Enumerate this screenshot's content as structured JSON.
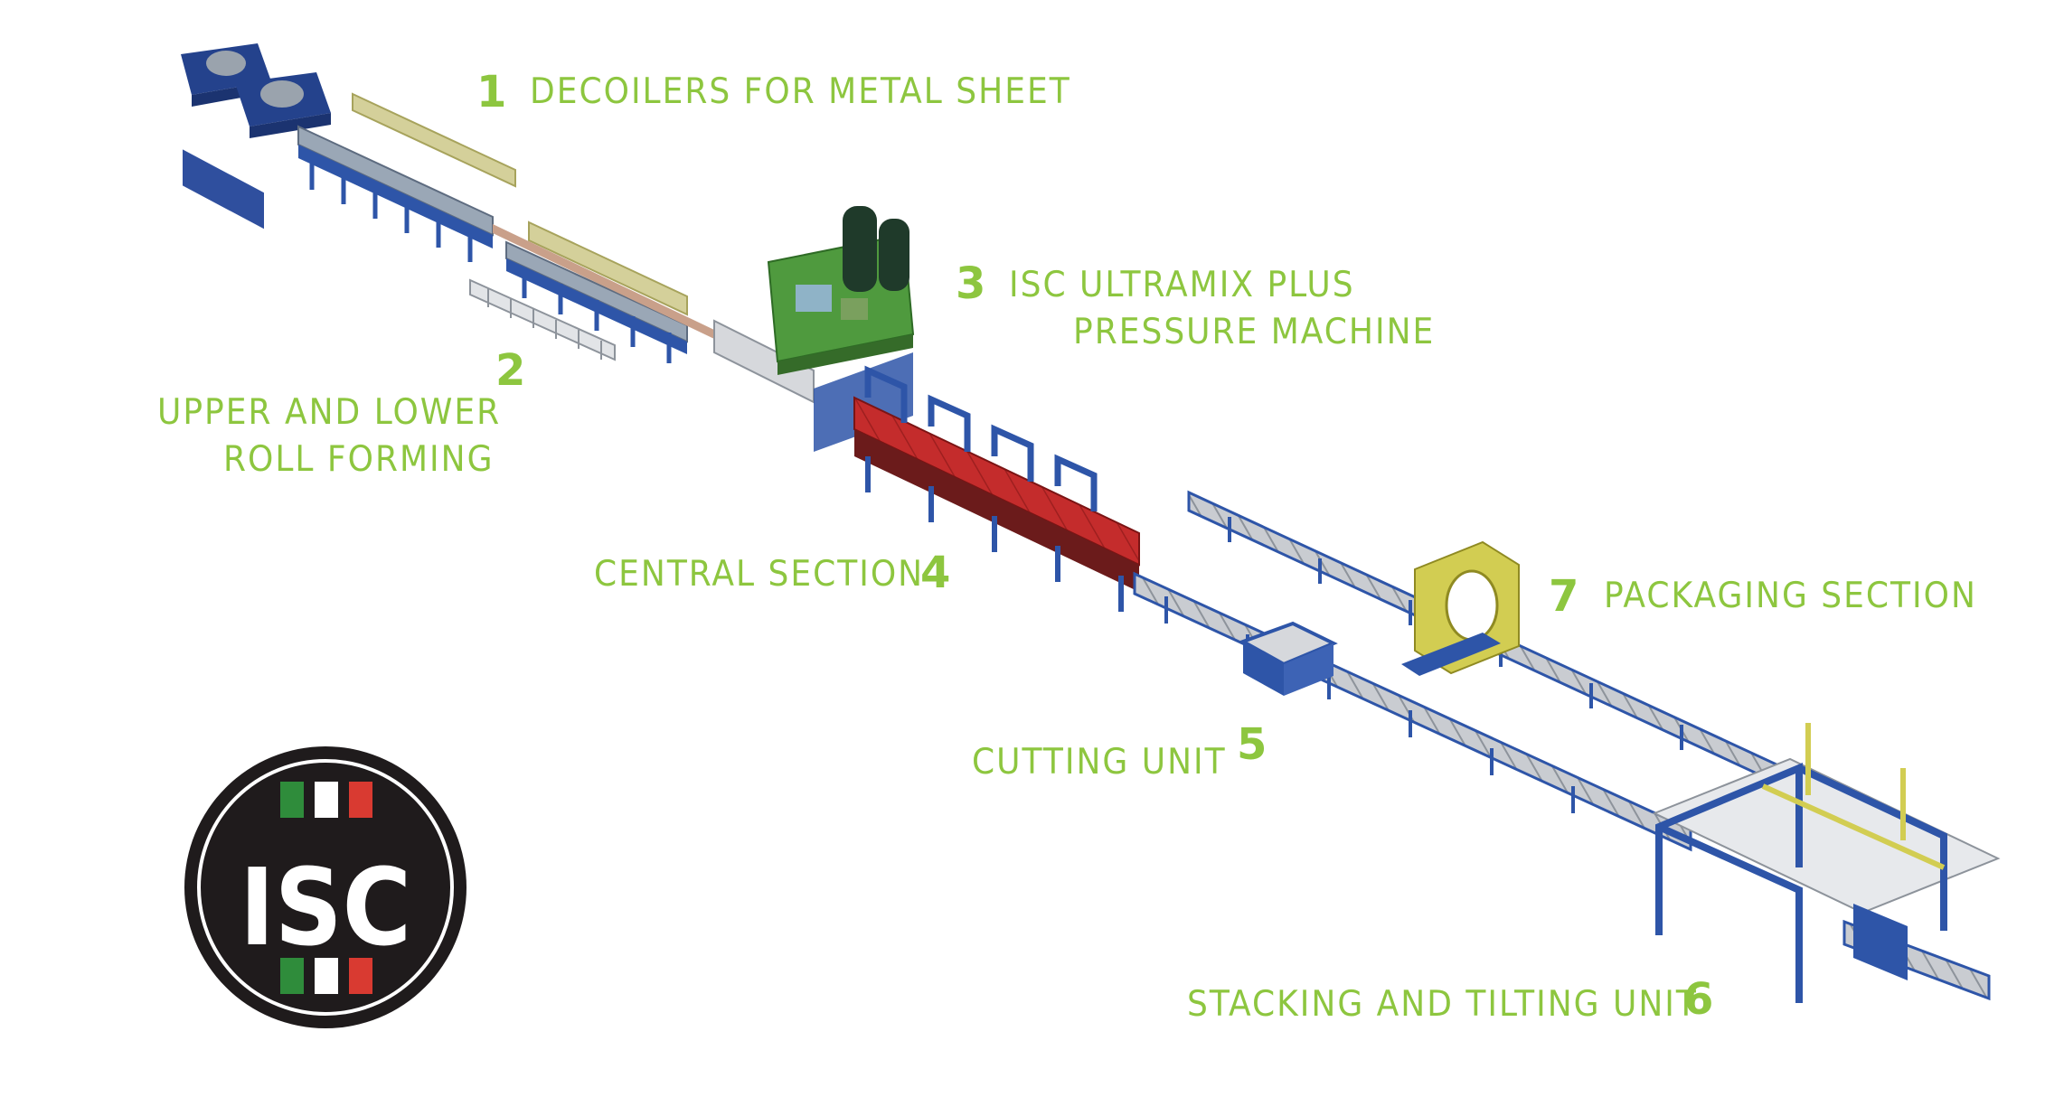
{
  "colors": {
    "label_green": "#8dc63f",
    "frame_blue": "#2e55a8",
    "rail_grey": "#b8bcc2",
    "belt_red": "#c42c2c",
    "machine_green": "#4f9a3e",
    "tank_dark": "#1f3a2a",
    "hood_yellow": "#d2cd52",
    "logo_black": "#1f1b1c",
    "flag_green": "#2f8c3b",
    "flag_white": "#ffffff",
    "flag_red": "#d93a31"
  },
  "sections": [
    {
      "number": "1",
      "label": "DECOILERS FOR METAL SHEET"
    },
    {
      "number": "2",
      "label_lines": [
        "UPPER AND LOWER",
        "ROLL FORMING"
      ]
    },
    {
      "number": "3",
      "label_lines": [
        "ISC ULTRAMIX PLUS",
        "PRESSURE MACHINE"
      ]
    },
    {
      "number": "4",
      "label": "CENTRAL SECTION"
    },
    {
      "number": "5",
      "label": "CUTTING UNIT"
    },
    {
      "number": "6",
      "label": "STACKING AND TILTING UNIT"
    },
    {
      "number": "7",
      "label": "PACKAGING SECTION"
    }
  ],
  "logo": {
    "text": "ISC"
  }
}
